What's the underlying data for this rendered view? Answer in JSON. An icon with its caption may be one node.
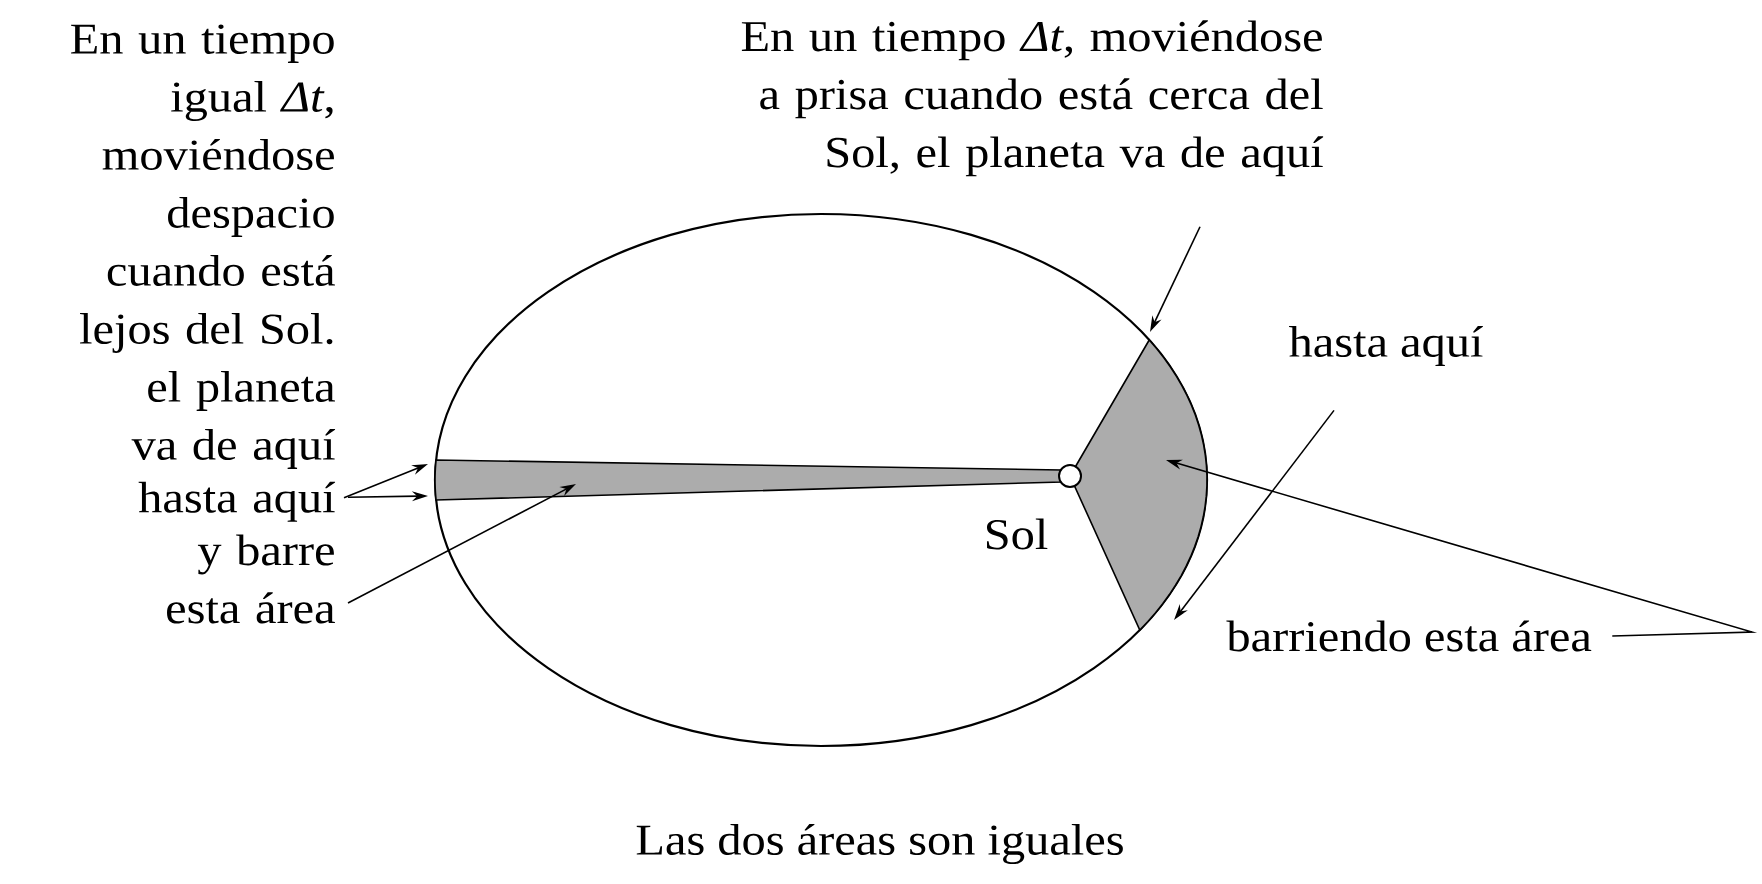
{
  "diagram": {
    "caption": "Las dos áreas son iguales",
    "nodes": [
      {
        "text": [
          "En un tiempo igual *Δt*, moviéndose despacio cuando está lejos del Sol. el planeta va de aquí"
        ]
      },
      {
        "text": [
          "hasta aquí"
        ]
      },
      {
        "text": [
          "y barre esta área"
        ]
      },
      {
        "text": [
          "En un tiempo *Δt*, moviéndose a prisa cuando está cerca del Sol, el planeta va de aquí"
        ]
      },
      {
        "text": [
          "hasta aquí"
        ]
      },
      {
        "text": [
          "barriendo esta área"
        ]
      },
      {
        "text": [],
        "shape": "wedge"
      },
      {
        "text": [],
        "shape": "wedge"
      }
    ],
    "edges": [
      {
        "from": 0,
        "to": 6,
        "arrow": "to"
      },
      {
        "from": 1,
        "to": 6,
        "arrow": "to"
      },
      {
        "from": 2,
        "to": 6,
        "arrow": "to"
      },
      {
        "from": 3,
        "to": 7,
        "arrow": "to"
      },
      {
        "from": 4,
        "to": 7,
        "arrow": "to"
      },
      {
        "from": 5,
        "to": 7,
        "arrow": "to"
      }
    ],
    "labels": [
      "Sol"
    ]
  }
}
